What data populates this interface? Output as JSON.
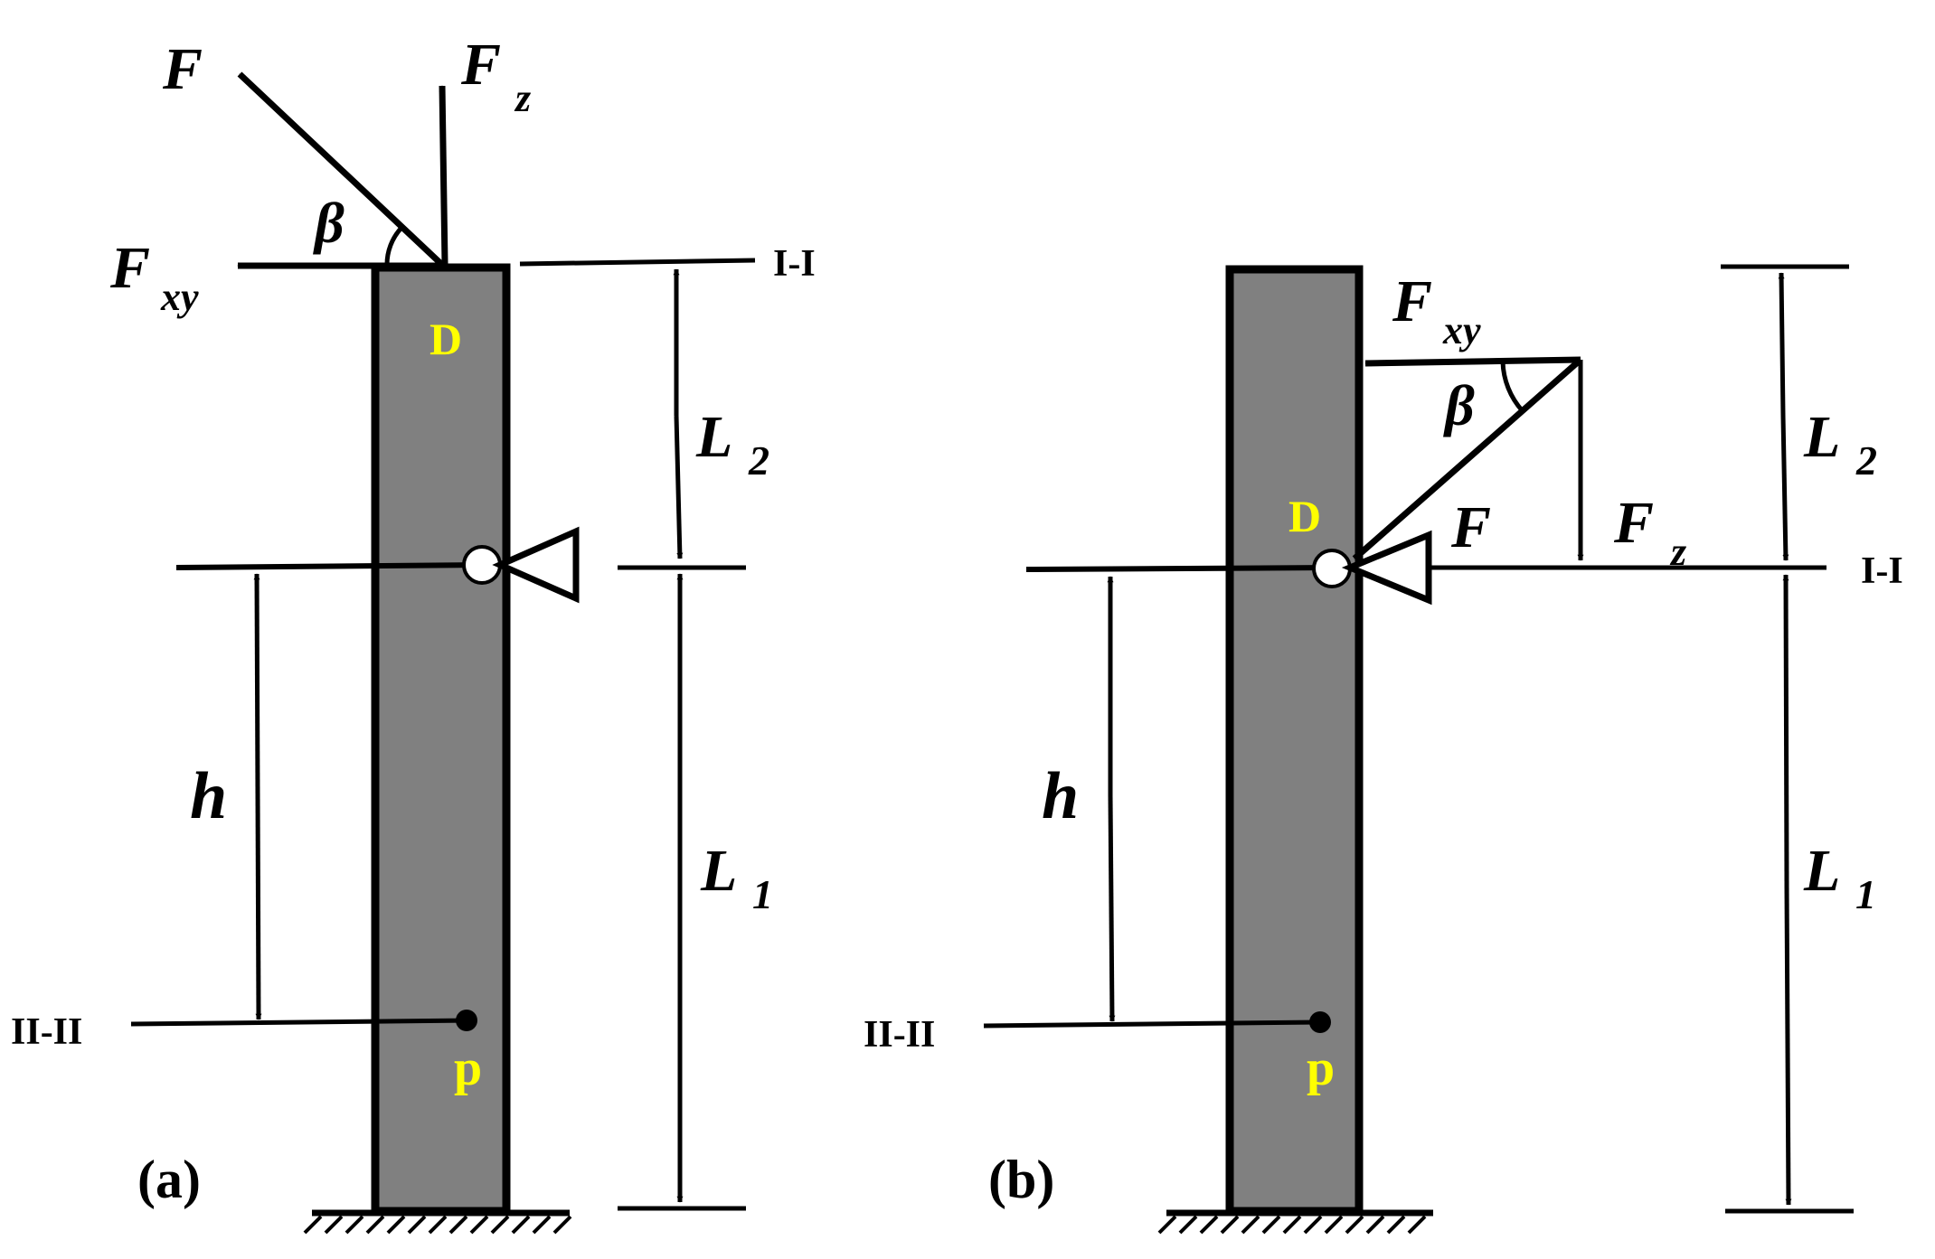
{
  "colors": {
    "column_fill": "#808080",
    "point_label": "#ffff00",
    "line": "#000000"
  },
  "labels": {
    "F": "F",
    "F_base": "F",
    "z_sub": "z",
    "xy_sub": "xy",
    "beta": "β",
    "L": "L",
    "sub_1": "1",
    "sub_2": "2",
    "h": "h",
    "D": "D",
    "p": "p",
    "section_1": "I-I",
    "section_2": "II-II"
  },
  "panel_a": {
    "caption": "(a)"
  },
  "panel_b": {
    "caption": "(b)"
  }
}
